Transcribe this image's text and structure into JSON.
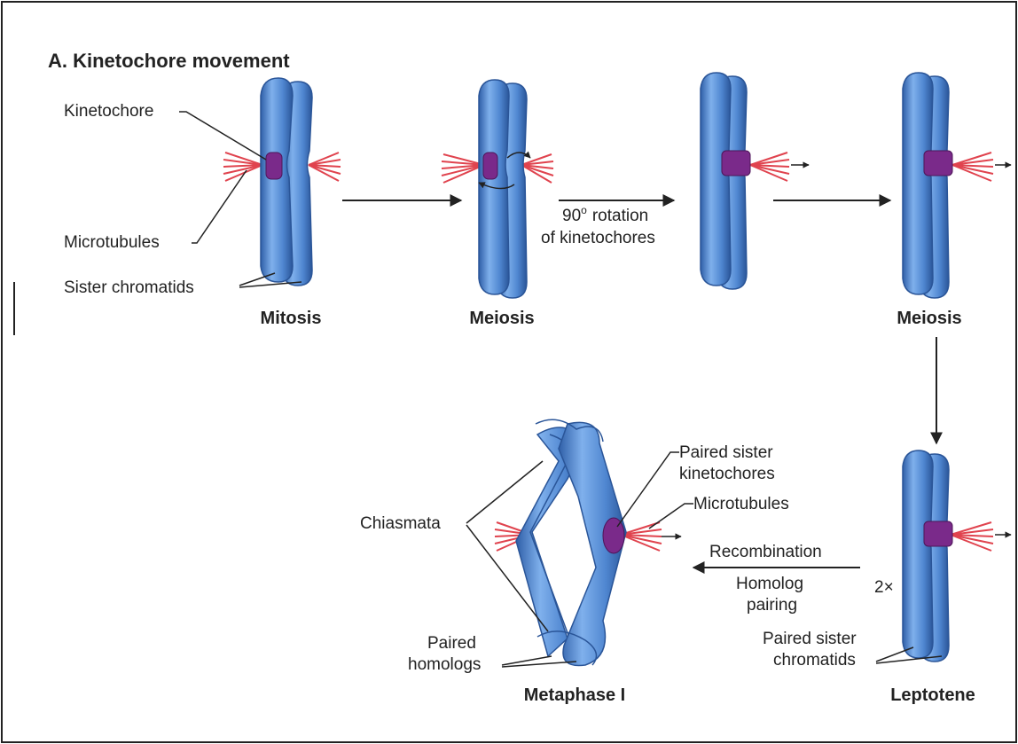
{
  "title": "A. Kinetochore movement",
  "stages": {
    "mitosis": "Mitosis",
    "meiosis_1": "Meiosis",
    "meiosis_2": "Meiosis",
    "metaphase": "Metaphase I",
    "leptotene": "Leptotene"
  },
  "labels": {
    "kinetochore": "Kinetochore",
    "microtubules": "Microtubules",
    "sister_chromatids": "Sister chromatids",
    "rotation_value": "90",
    "rotation_degree": "o",
    "rotation_word": "rotation",
    "rotation_line2": "of kinetochores",
    "paired_sister_kin_1": "Paired sister",
    "paired_sister_kin_2": "kinetochores",
    "microtubules_2": "Microtubules",
    "chiasmata": "Chiasmata",
    "recombination": "Recombination",
    "homolog_1": "Homolog",
    "homolog_2": "pairing",
    "multiplier": "2×",
    "paired_homologs_1": "Paired",
    "paired_homologs_2": "homologs",
    "paired_sister_chr_1": "Paired sister",
    "paired_sister_chr_2": "chromatids"
  },
  "colors": {
    "chromatid": "#5b8fd6",
    "chromatid_dark": "#2f5fa8",
    "kinetochore": "#7a2a8a",
    "microtubule": "#e0434e",
    "arrow": "#222222"
  }
}
